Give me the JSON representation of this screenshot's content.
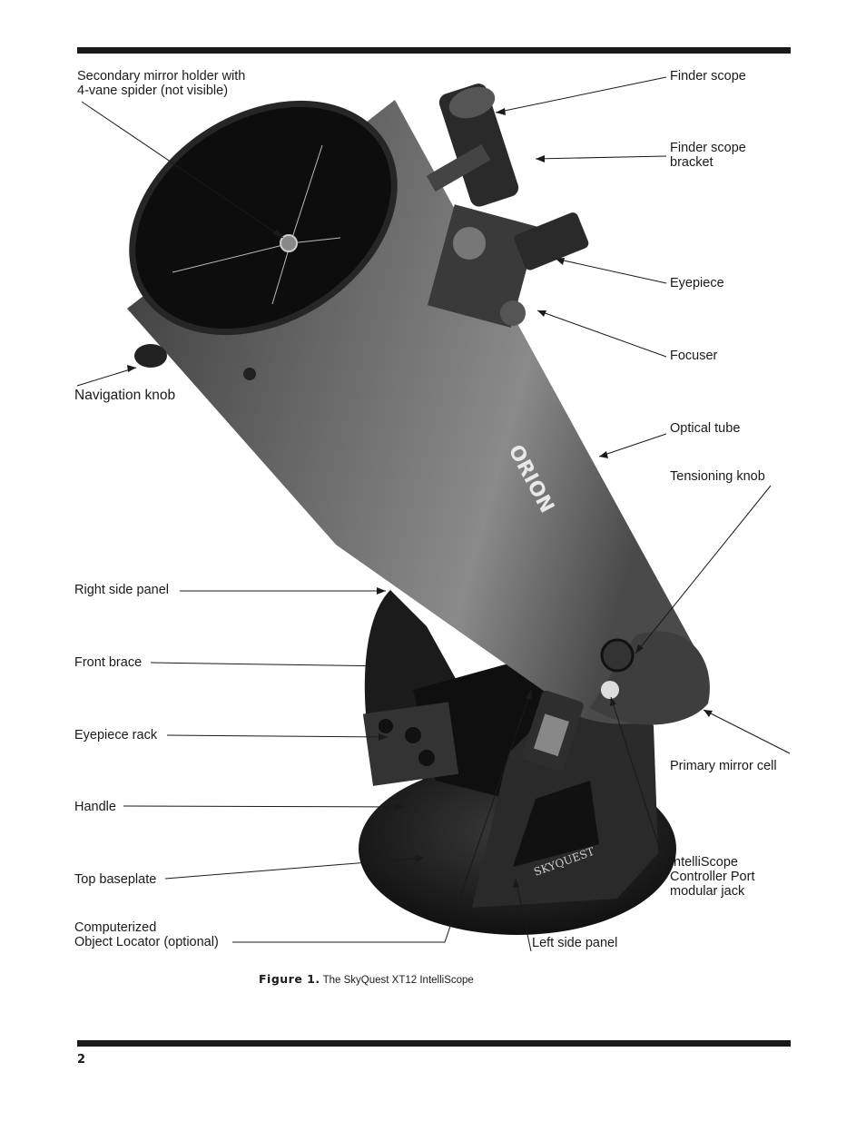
{
  "figure": {
    "caption_number": "Figure 1.",
    "caption_text": " The SkyQuest XT12 IntelliScope",
    "brand_on_tube": "ORION",
    "brand_on_panel": "SKYQUEST",
    "labels": {
      "secondary_mirror": "Secondary mirror holder with\n4-vane spider (not visible)",
      "navigation_knob": "Navigation knob",
      "right_side_panel": "Right side panel",
      "front_brace": "Front brace",
      "eyepiece_rack": "Eyepiece rack",
      "handle": "Handle",
      "top_baseplate": "Top baseplate",
      "computerized_locator": "Computerized\nObject Locator (optional)",
      "finder_scope": "Finder scope",
      "finder_scope_bracket": "Finder scope\nbracket",
      "eyepiece": "Eyepiece",
      "focuser": "Focuser",
      "optical_tube": "Optical tube",
      "tensioning_knob": "Tensioning knob",
      "primary_mirror_cell": "Primary mirror cell",
      "intelliscope_port": "IntelliScope\nController Port\nmodular jack",
      "left_side_panel": "Left side panel"
    }
  },
  "page_number": "2",
  "colors": {
    "ink": "#1a1a1a",
    "tube": "#5a5a5a",
    "tube_dark": "#2b2b2b",
    "base": "#1e1e1e"
  }
}
